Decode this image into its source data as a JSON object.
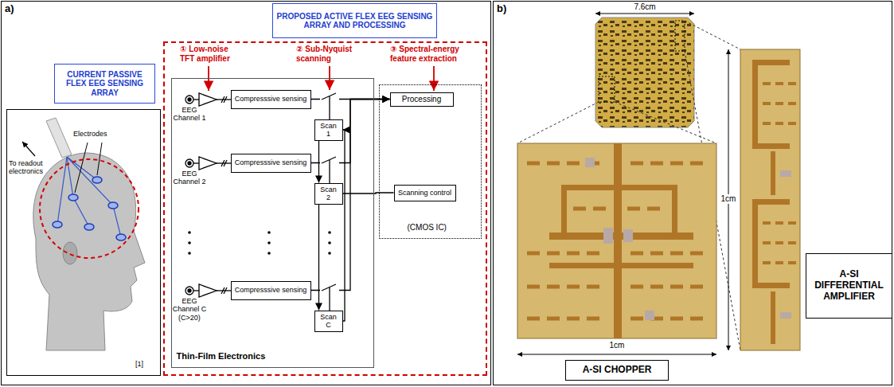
{
  "diagram": {
    "nodes": [
      {
        "text": [
          "a)"
        ]
      },
      {
        "text": [
          "CURRENT PASSIVE FLEX EEG SENSING ARRAY"
        ],
        "in": 0
      },
      {
        "text": [
          "To readout electronics",
          "Electrodes",
          "[1]"
        ],
        "in": 0
      },
      {
        "text": [
          "PROPOSED ACTIVE FLEX EEG SENSING ARRAY AND PROCESSING"
        ],
        "in": 0
      },
      {
        "text": [
          "① Low-noise TFT amplifier",
          "② Sub-Nyquist scanning",
          "③ Spectral-energy feature extraction"
        ],
        "in": 0
      },
      {
        "text": [
          "Thin-Film Electronics"
        ],
        "in": 4
      },
      {
        "text": [
          "Compresssive sensing"
        ],
        "in": 5
      },
      {
        "text": [
          "Compresssive sensing"
        ],
        "in": 5
      },
      {
        "text": [
          "Compresssive sensing"
        ],
        "in": 5
      },
      {
        "text": [
          "Scan 1"
        ],
        "in": 5
      },
      {
        "text": [
          "Scan 2"
        ],
        "in": 5
      },
      {
        "text": [
          "Scan C"
        ],
        "in": 5
      },
      {
        "text": [
          "(CMOS IC)"
        ],
        "in": 4
      },
      {
        "text": [
          "Processing"
        ],
        "in": 12
      },
      {
        "text": [
          "Scanning control"
        ],
        "in": 12
      },
      {
        "text": [
          "b)"
        ]
      },
      {
        "text": [
          "A-SI CHOPPER"
        ],
        "in": 15
      },
      {
        "text": [
          "A-SI DIFFERENTIAL AMPLIFIER"
        ],
        "in": 15
      }
    ],
    "edges": [
      {
        "from": 6,
        "to": 13,
        "arrow": "to"
      },
      {
        "from": 7,
        "to": 13,
        "arrow": "to"
      },
      {
        "from": 8,
        "to": 13,
        "arrow": "to"
      },
      {
        "from": 9,
        "to": 10,
        "arrow": "to"
      },
      {
        "from": 10,
        "to": 11,
        "arrow": "to"
      },
      {
        "from": 11,
        "to": 9,
        "arrow": "to"
      },
      {
        "from": 10,
        "to": 14,
        "arrow": "none"
      }
    ],
    "labels": [
      "EEG Channel 1",
      "EEG Channel 2",
      "EEG Channel C (C>20)",
      "7.6cm",
      "1cm",
      "1cm"
    ]
  }
}
